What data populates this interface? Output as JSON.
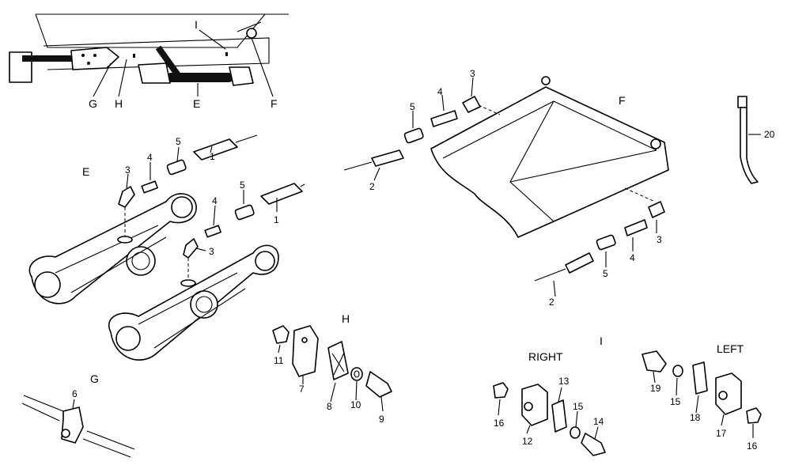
{
  "section_labels": {
    "E_main": "E",
    "F_main": "F",
    "G_main": "G",
    "H_main": "H",
    "I_main": "I",
    "G_overview": "G",
    "H_overview": "H",
    "E_overview": "E",
    "F_overview": "F",
    "I_overview": "I",
    "right": "RIGHT",
    "left": "LEFT"
  },
  "callouts": {
    "e_1a": "1",
    "e_5a": "5",
    "e_4a": "4",
    "e_3a": "3",
    "e_5b": "5",
    "e_1b": "1",
    "e_4b": "4",
    "e_3b": "3",
    "f_3a": "3",
    "f_4a": "4",
    "f_5a": "5",
    "f_2a": "2",
    "f_3b": "3",
    "f_4b": "4",
    "f_5b": "5",
    "f_2b": "2",
    "g_6": "6",
    "h_11": "11",
    "h_7": "7",
    "h_8": "8",
    "h_10": "10",
    "h_9": "9",
    "r_16": "16",
    "r_12": "12",
    "r_13": "13",
    "r_15": "15",
    "r_14": "14",
    "l_19": "19",
    "l_15": "15",
    "l_18": "18",
    "l_17": "17",
    "l_16": "16",
    "tie_20": "20"
  }
}
